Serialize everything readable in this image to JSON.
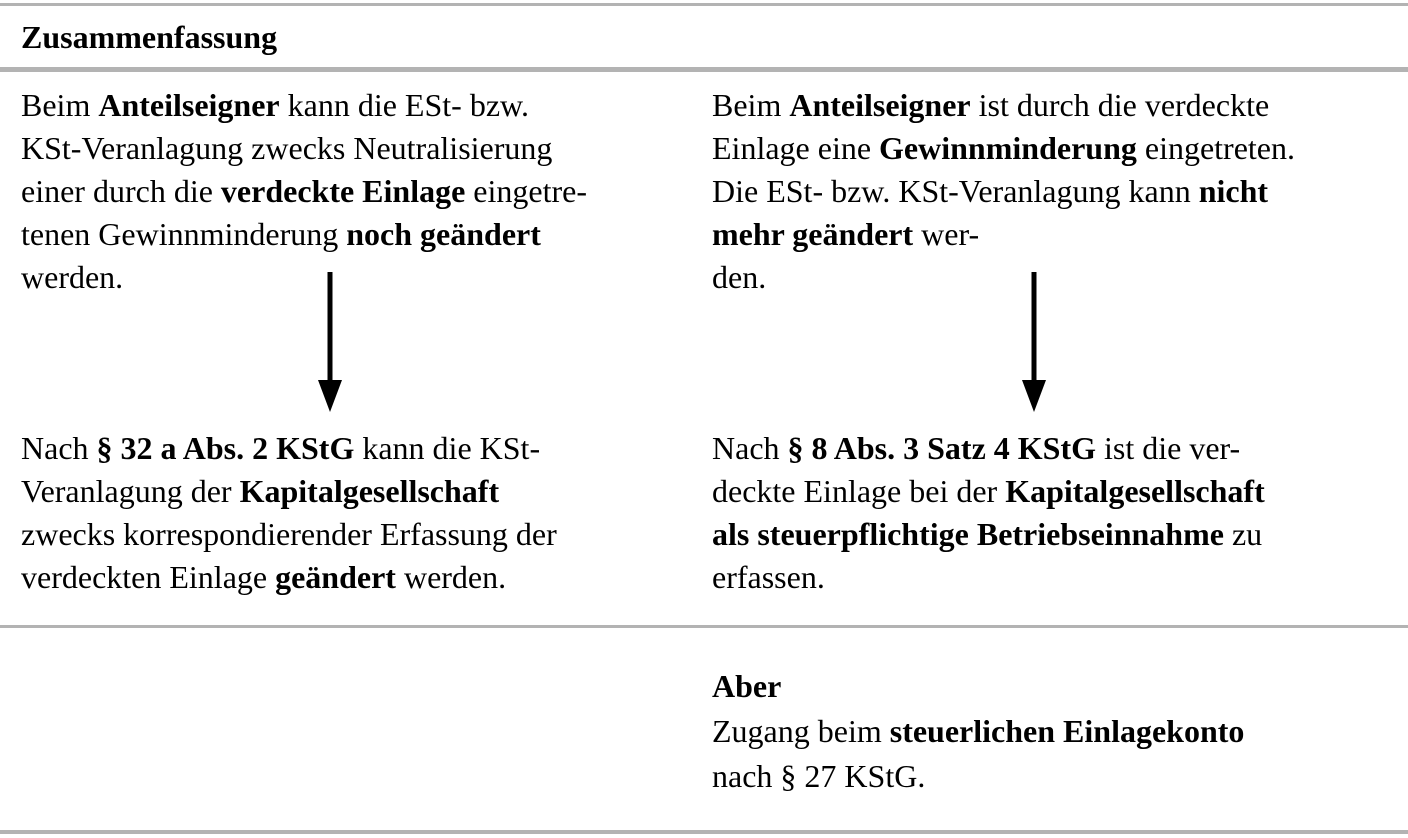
{
  "colors": {
    "rule": "#b3b3b3",
    "text": "#000000",
    "background": "#ffffff"
  },
  "icons": {
    "left_arrow": "down-arrow",
    "right_arrow": "down-arrow"
  },
  "summary": {
    "heading": "Zusammenfassung",
    "left_column": {
      "para1_lines": [
        [
          {
            "t": "Beim ",
            "b": false
          },
          {
            "t": "Anteilseigner",
            "b": true
          },
          {
            "t": " kann die ESt- bzw.",
            "b": false
          }
        ],
        [
          {
            "t": "KSt-Veranlagung zwecks Neutralisierung",
            "b": false
          }
        ],
        [
          {
            "t": "einer durch die ",
            "b": false
          },
          {
            "t": "verdeckte Einlage",
            "b": true
          },
          {
            "t": " eingetre-",
            "b": false
          }
        ],
        [
          {
            "t": "tenen Gewinnminderung ",
            "b": false
          },
          {
            "t": "noch geändert",
            "b": true
          }
        ],
        [
          {
            "t": "werden.",
            "b": false
          }
        ]
      ],
      "para2_lines": [
        [
          {
            "t": "Nach ",
            "b": false
          },
          {
            "t": "§ 32 a Abs. 2 KStG",
            "b": true
          },
          {
            "t": " kann die KSt-",
            "b": false
          }
        ],
        [
          {
            "t": "Veranlagung der ",
            "b": false
          },
          {
            "t": "Kapitalgesellschaft",
            "b": true
          }
        ],
        [
          {
            "t": "zwecks korrespondierender Erfassung der",
            "b": false
          }
        ],
        [
          {
            "t": "verdeckten Einlage ",
            "b": false
          },
          {
            "t": "geändert",
            "b": true
          },
          {
            "t": " werden.",
            "b": false
          }
        ]
      ]
    },
    "right_column": {
      "para1_lines": [
        [
          {
            "t": "Beim ",
            "b": false
          },
          {
            "t": "Anteilseigner",
            "b": true
          },
          {
            "t": " ist durch die verdeckte",
            "b": false
          }
        ],
        [
          {
            "t": "Einlage eine ",
            "b": false
          },
          {
            "t": "Gewinnminderung",
            "b": true
          },
          {
            "t": " eingetreten.",
            "b": false
          }
        ],
        [
          {
            "t": "Die ESt- bzw. KSt-Veranlagung kann ",
            "b": false
          },
          {
            "t": "nicht",
            "b": true
          }
        ],
        [
          {
            "t": "mehr geändert",
            "b": true
          },
          {
            "t": " wer-",
            "b": false
          }
        ],
        [
          {
            "t": "den.",
            "b": false
          }
        ]
      ],
      "para2_lines": [
        [
          {
            "t": "Nach ",
            "b": false
          },
          {
            "t": "§ 8 Abs. 3 Satz 4 KStG",
            "b": true
          },
          {
            "t": " ist die ver-",
            "b": false
          }
        ],
        [
          {
            "t": "deckte Einlage bei der ",
            "b": false
          },
          {
            "t": "Kapitalgesellschaft",
            "b": true
          }
        ],
        [
          {
            "t": "als steuerpflichtige Betriebseinnahme",
            "b": true
          },
          {
            "t": " zu",
            "b": false
          }
        ],
        [
          {
            "t": "erfassen.",
            "b": false
          }
        ]
      ],
      "aber_lines": [
        [
          {
            "t": "Aber",
            "b": true
          }
        ],
        [
          {
            "t": "Zugang beim ",
            "b": false
          },
          {
            "t": "steuerlichen Einlagekonto",
            "b": true
          }
        ],
        [
          {
            "t": "nach § 27 KStG.",
            "b": false
          }
        ]
      ]
    }
  }
}
